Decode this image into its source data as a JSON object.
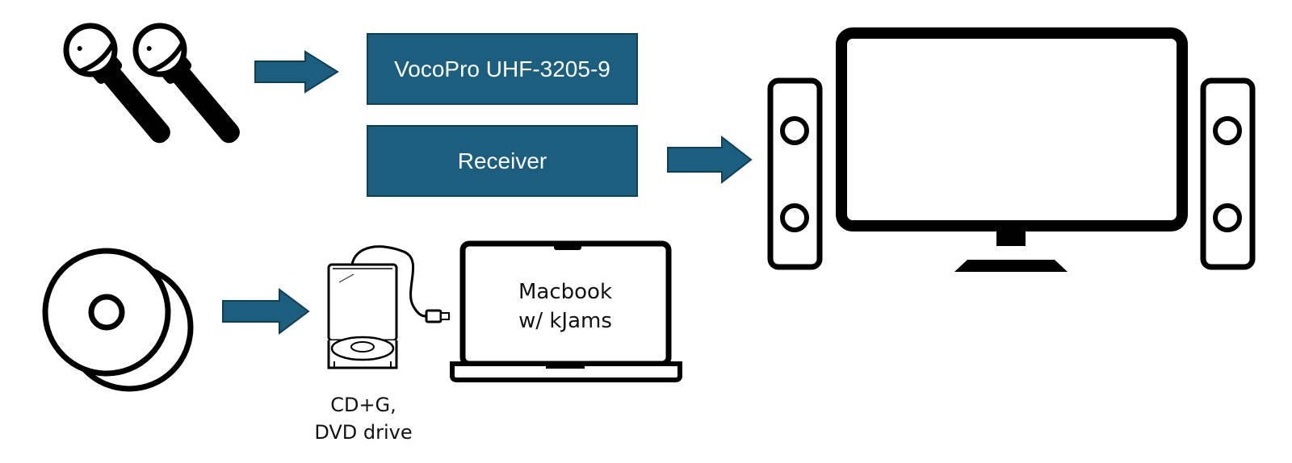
{
  "diagram": {
    "boxes": {
      "vocopro": "VocoPro UHF-3205-9",
      "receiver": "Receiver"
    },
    "labels": {
      "macbook_line1": "Macbook",
      "macbook_line2": "w/ kJams",
      "drive_line1": "CD+G,",
      "drive_line2": "DVD drive"
    },
    "colors": {
      "box_fill": "#1b5e7d",
      "arrow": "#1b5e7d",
      "icon_stroke": "#000000"
    },
    "icons": [
      "microphones-icon",
      "discs-icon",
      "optical-drive-icon",
      "laptop-icon",
      "monitor-icon",
      "speaker-icon"
    ]
  }
}
